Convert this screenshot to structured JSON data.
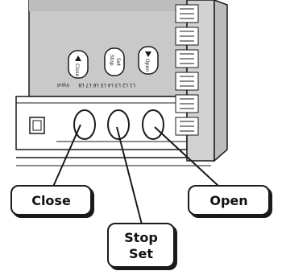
{
  "callouts": {
    "close": "Close",
    "open": "Open",
    "stop_line1": "Stop",
    "stop_line2": "Set"
  },
  "board": {
    "open_button_label": "Open",
    "stop_button_label_1": "Stop",
    "stop_button_label_2": "Set",
    "close_button_label": "Close",
    "led_labels": [
      "L1",
      "L2",
      "L3",
      "L4",
      "L5",
      "L6",
      "L7",
      "L8"
    ],
    "input_label": "Input",
    "colors": {
      "panel": "#c9c9c9",
      "panel_dark": "#b4b4b4",
      "outline": "#1a1a1a",
      "callout_bg": "#ffffff"
    }
  },
  "icons": [
    "up-arrow-icon",
    "down-arrow-icon"
  ]
}
